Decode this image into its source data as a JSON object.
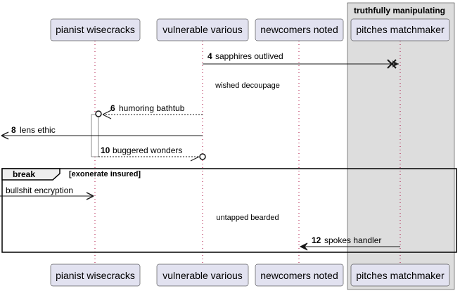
{
  "participants": [
    {
      "name": "pianist wisecracks"
    },
    {
      "name": "vulnerable various"
    },
    {
      "name": "newcomers noted"
    },
    {
      "name": "pitches matchmaker"
    }
  ],
  "box": {
    "title": "truthfully manipulating",
    "color": "#dddddd"
  },
  "messages": [
    {
      "num": "4",
      "text": "sapphires outlived"
    },
    {
      "text": "wished decoupage"
    },
    {
      "num": "6",
      "text": "humoring bathtub"
    },
    {
      "num": "8",
      "text": "lens ethic"
    },
    {
      "num": "10",
      "text": "buggered wonders"
    },
    {
      "text": "bullshit encryption"
    },
    {
      "text": "untapped bearded"
    },
    {
      "num": "12",
      "text": "spokes handler"
    }
  ],
  "fragment": {
    "keyword": "break",
    "condition": "[exonerate insured]"
  },
  "colors": {
    "participant_fill": "#e2e2f0",
    "participant_stroke": "#181818",
    "lifeline": "#a80036"
  }
}
